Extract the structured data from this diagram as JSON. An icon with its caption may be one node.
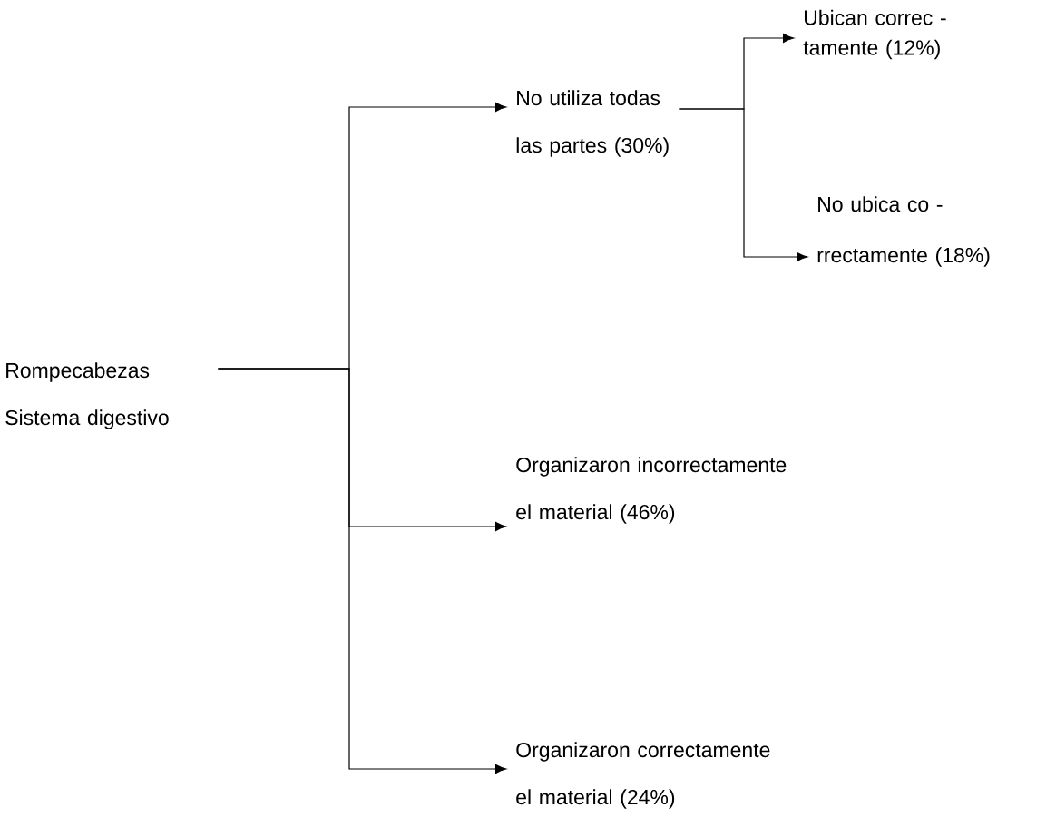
{
  "diagram": {
    "nodes": [
      {
        "text": [
          "Rompecabezas Sistema digestivo"
        ]
      },
      {
        "text": [
          "No utiliza todas las partes (30%)"
        ]
      },
      {
        "text": [
          "Ubican correc - tamente (12%)"
        ]
      },
      {
        "text": [
          "No ubica co - rrectamente (18%)"
        ]
      },
      {
        "text": [
          "Organizaron incorrectamente el material (46%)"
        ]
      },
      {
        "text": [
          "Organizaron correctamente el material (24%)"
        ]
      }
    ],
    "edges": [
      {
        "from": 0,
        "to": 1,
        "arrow": "to"
      },
      {
        "from": 0,
        "to": 4,
        "arrow": "to"
      },
      {
        "from": 0,
        "to": 5,
        "arrow": "to"
      },
      {
        "from": 1,
        "to": 2,
        "arrow": "to"
      },
      {
        "from": 1,
        "to": 3,
        "arrow": "to"
      }
    ]
  }
}
